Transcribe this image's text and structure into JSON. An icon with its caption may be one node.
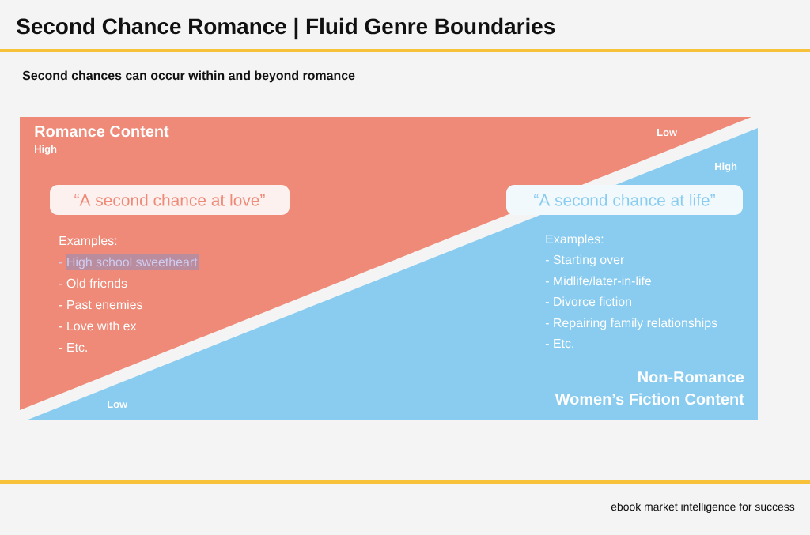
{
  "diagram": {
    "title": "Second Chance Romance | Fluid Genre Boundaries",
    "nodes": [
      {
        "text": [
          "Romance Content",
          "High",
          "Low",
          "Examples:",
          "- High school sweetheart",
          "- Old friends",
          "- Past enemies",
          "- Love with ex",
          "- Etc."
        ]
      },
      {
        "text": [
          "“A second chance at love”"
        ],
        "in": 0
      },
      {
        "text": [
          "High",
          "Examples:",
          "- Starting over",
          "- Midlife/later-in-life",
          "- Divorce fiction",
          "- Repairing family relationships",
          "- Etc.",
          "Non-Romance Women’s Fiction Content",
          "Low"
        ]
      },
      {
        "text": [
          "“A second chance at life”"
        ],
        "in": 2
      }
    ],
    "labels": [
      "Second chances can occur within and beyond romance",
      "ebook market intelligence for success"
    ]
  }
}
